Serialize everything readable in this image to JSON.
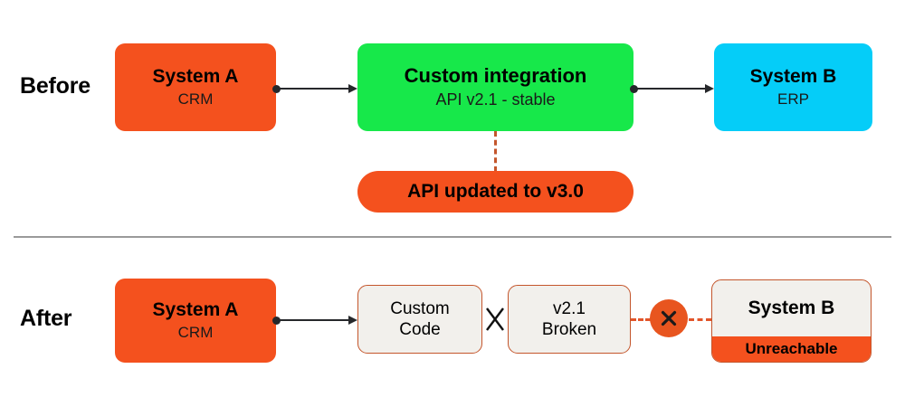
{
  "rows": {
    "before": {
      "label": "Before"
    },
    "after": {
      "label": "After"
    }
  },
  "before": {
    "system_a": {
      "title": "System A",
      "subtitle": "CRM",
      "color": "#F4511E"
    },
    "integration": {
      "title": "Custom integration",
      "subtitle": "API v2.1 - stable",
      "color": "#17E84A"
    },
    "system_b": {
      "title": "System B",
      "subtitle": "ERP",
      "color": "#05CDF8"
    },
    "update_badge": {
      "text": "API updated to v3.0",
      "color": "#F4511E"
    }
  },
  "after": {
    "system_a": {
      "title": "System A",
      "subtitle": "CRM",
      "color": "#F4511E"
    },
    "custom_code": {
      "line1": "Custom",
      "line2": "Code",
      "border_color": "#C4562C",
      "fill_color": "#F2F0EC"
    },
    "broken_api": {
      "line1": "v2.1",
      "line2": "Broken",
      "border_color": "#C4562C",
      "fill_color": "#F2F0EC"
    },
    "system_b": {
      "title": "System B",
      "status": "Unreachable",
      "status_color": "#F4511E",
      "fill_color": "#F2F0EC"
    },
    "break_marker": {
      "icon": "circle-x-icon",
      "color": "#E8551F"
    },
    "mismatch_marker": {
      "icon": "x-icon",
      "color": "#000000"
    }
  },
  "connectors": {
    "arrow_color": "#26282B",
    "dashed_color": "#C4562C"
  }
}
